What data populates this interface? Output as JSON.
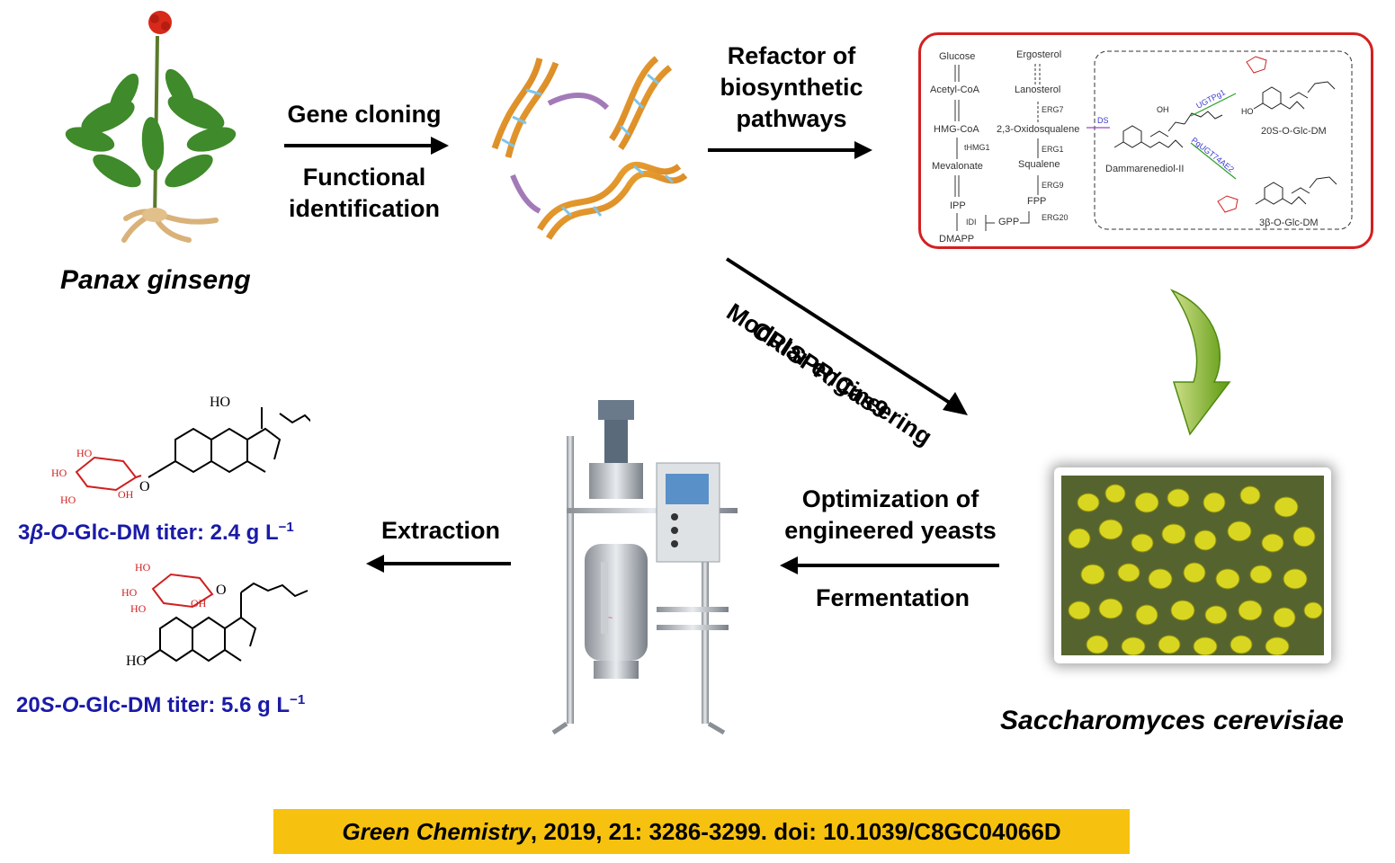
{
  "labels": {
    "gene_cloning": "Gene cloning",
    "functional_identification": "Functional identification",
    "refactor": "Refactor of biosynthetic pathways",
    "modular_engineering": "Modular engineering",
    "crispr": "CRISPR/Cas9",
    "optimization": "Optimization of engineered yeasts",
    "fermentation": "Fermentation",
    "extraction": "Extraction"
  },
  "species": {
    "ginseng": "Panax ginseng",
    "yeast": "Saccharomyces  cerevisiae"
  },
  "products": {
    "p1_prefix": "3",
    "p1_beta": "β",
    "p1_o": "-O",
    "p1_rest": "-Glc-DM titer: 2.4 g L",
    "p1_sup": "−1",
    "p2_prefix": "20",
    "p2_s": "S",
    "p2_o": "-O",
    "p2_rest": "-Glc-DM titer: 5.6 g L",
    "p2_sup": "−1"
  },
  "pathway": {
    "left_col": [
      "Glucose",
      "Acetyl-CoA",
      "HMG-CoA",
      "Mevalonate",
      "IPP",
      "DMAPP"
    ],
    "enzyme_thmg1": "tHMG1",
    "enzyme_idi": "IDI",
    "gpp": "GPP",
    "mid_col": [
      "Ergosterol",
      "Lanosterol",
      "2,3-Oxidosqualene",
      "Squalene",
      "FPP"
    ],
    "enzymes_mid": [
      "ERG7",
      "ERG1",
      "ERG9",
      "ERG20"
    ],
    "ds": "DS",
    "ugt1": "UGTPg1",
    "ugt2": "PgUGT74AE2",
    "dammarenediol": "Dammarenediol-II",
    "prod_20s": "20S-O-Glc-DM",
    "prod_3b": "3β-O-Glc-DM",
    "oh": "OH",
    "ho": "HO"
  },
  "molecule_labels": {
    "ho": "HO",
    "oh": "OH",
    "o": "O"
  },
  "citation": {
    "journal": "Green Chemistry",
    "rest": ", 2019, 21: 3286-3299. doi: 10.1039/C8GC04066D"
  },
  "colors": {
    "red_box": "#d42020",
    "green_arrow": "#6aa314",
    "titer_blue": "#1a1aa8",
    "citation_bg": "#f6c20f",
    "sugar_red": "#d02020",
    "yeast": "#d9d622"
  }
}
